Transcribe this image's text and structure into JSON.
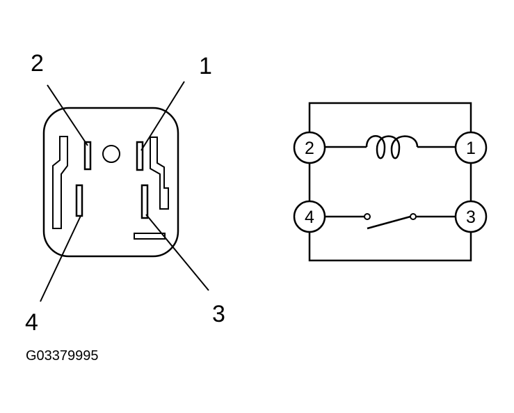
{
  "connector_view": {
    "pin_labels": {
      "pin_1": "1",
      "pin_2": "2",
      "pin_3": "3",
      "pin_4": "4"
    }
  },
  "schematic": {
    "terminals": {
      "t1": "1",
      "t2": "2",
      "t3": "3",
      "t4": "4"
    }
  },
  "figure_id": "G03379995",
  "colors": {
    "ink": "#000000",
    "background": "#ffffff"
  }
}
